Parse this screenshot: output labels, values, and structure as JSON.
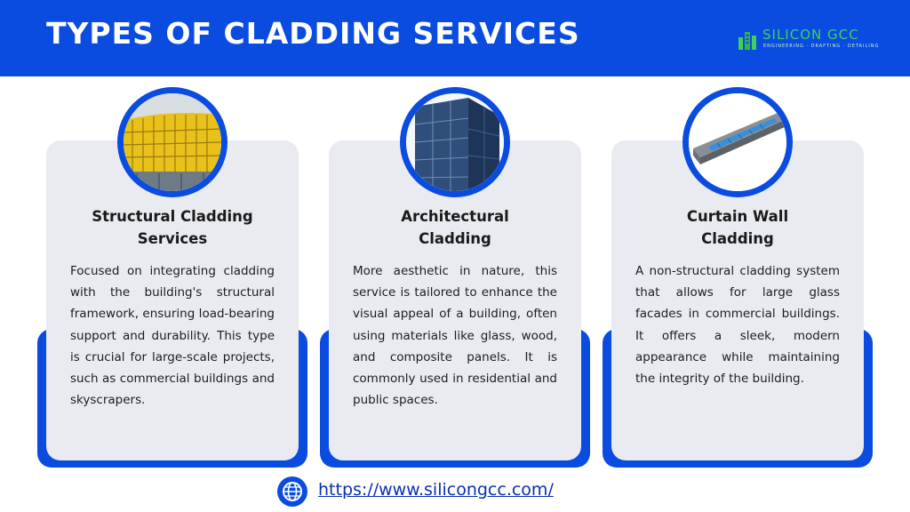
{
  "header": {
    "title": "TYPES OF CLADDING SERVICES",
    "logo_name": "SILICON GCC",
    "logo_tagline": "ENGINEERING · DRAFTING · DETAILING"
  },
  "cards": [
    {
      "title_line1": "Structural Cladding",
      "title_line2": "Services",
      "text": "Focused on integrating cladding with the building's structural framework, ensuring load-bearing support and durability. This type is crucial for large-scale projects, such as commercial buildings and skyscrapers."
    },
    {
      "title_line1": "Architectural",
      "title_line2": "Cladding",
      "text": "More aesthetic in nature, this service is tailored to enhance the visual appeal of a building, often using materials like glass, wood, and composite panels. It is commonly used in residential and public spaces."
    },
    {
      "title_line1": "Curtain Wall",
      "title_line2": "Cladding",
      "text": "A non-structural cladding system that allows for large glass facades in commercial buildings. It offers a sleek, modern appearance while maintaining the integrity of the building."
    }
  ],
  "footer": {
    "url": "https://www.silicongcc.com/",
    "icon": "globe-icon"
  },
  "colors": {
    "brand_blue": "#0a4be0",
    "card_bg": "#e9ebf0",
    "logo_green": "#3fd25a"
  }
}
